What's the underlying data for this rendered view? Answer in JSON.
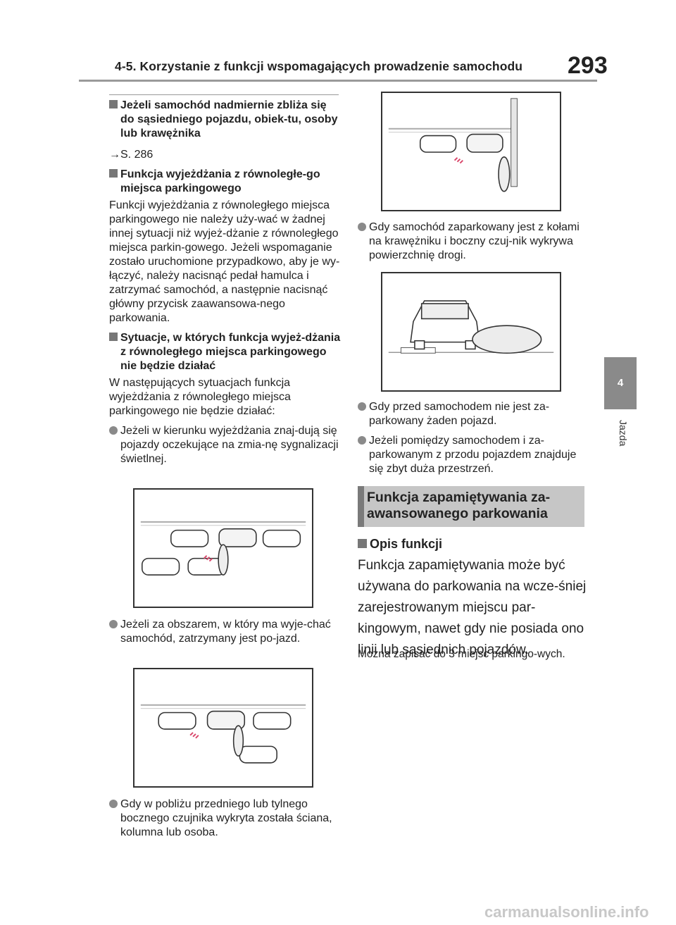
{
  "header": {
    "title": "4-5. Korzystanie z funkcji wspomagających prowadzenie samochodu",
    "page_number": "293"
  },
  "side_tab": {
    "number": "4",
    "label": "Jazda"
  },
  "left_column": {
    "section1_title": "Jeżeli samochód nadmiernie zbliża się do sąsiedniego pojazdu, obiek-tu, osoby lub krawężnika",
    "section1_ref": "→S. 286",
    "section2_title": "Funkcja wyjeżdżania z równoległe-go miejsca parkingowego",
    "section2_body": "Funkcji wyjeżdżania z równoległego miejsca parkingowego nie należy uży-wać w żadnej innej sytuacji niż wyjeż-dżanie z równoległego miejsca parkin-gowego. Jeżeli wspomaganie zostało uruchomione przypadkowo, aby je wy-łączyć, należy nacisnąć pedał hamulca i zatrzymać samochód, a następnie nacisnąć główny przycisk zaawansowa-nego parkowania.",
    "section3_title": "Sytuacje, w których funkcja wyjeż-dżania z równoległego miejsca parkingowego nie będzie działać",
    "section3_body": "W następujących sytuacjach funkcja wyjeżdżania z równoległego miejsca parkingowego nie będzie działać:",
    "bullet1": "Jeżeli w kierunku wyjeżdżania znaj-dują się pojazdy oczekujące na zmia-nę sygnalizacji świetlnej.",
    "bullet2": "Jeżeli za obszarem, w który ma wyje-chać samochód, zatrzymany jest po-jazd.",
    "bullet3": "Gdy w pobliżu przedniego lub tylnego bocznego czujnika wykryta została ściana, kolumna lub osoba."
  },
  "right_column": {
    "bullet4": "Gdy samochód zaparkowany jest z kołami na krawężniku i boczny czuj-nik wykrywa powierzchnię drogi.",
    "bullet5": "Gdy przed samochodem nie jest za-parkowany żaden pojazd.",
    "bullet6": "Jeżeli pomiędzy samochodem i za-parkowanym z przodu pojazdem znajduje się zbyt duża przestrzeń.",
    "banner_title": "Funkcja zapamiętywania za-awansowanego parkowania",
    "section4_title": "Opis funkcji",
    "section4_body": "Funkcja zapamiętywania może być używana do parkowania na wcze-śniej zarejestrowanym miejscu par-kingowym, nawet gdy nie posiada ono linii lub sąsiednich pojazdów.",
    "note": "Można zapisać do 3 miejsc parkingo-wych."
  },
  "footer": {
    "watermark": "carmanualsonline.info"
  },
  "colors": {
    "accent_red": "#d9476b",
    "tab_gray": "#8a8a8a",
    "banner_gray": "#c6c6c6"
  }
}
